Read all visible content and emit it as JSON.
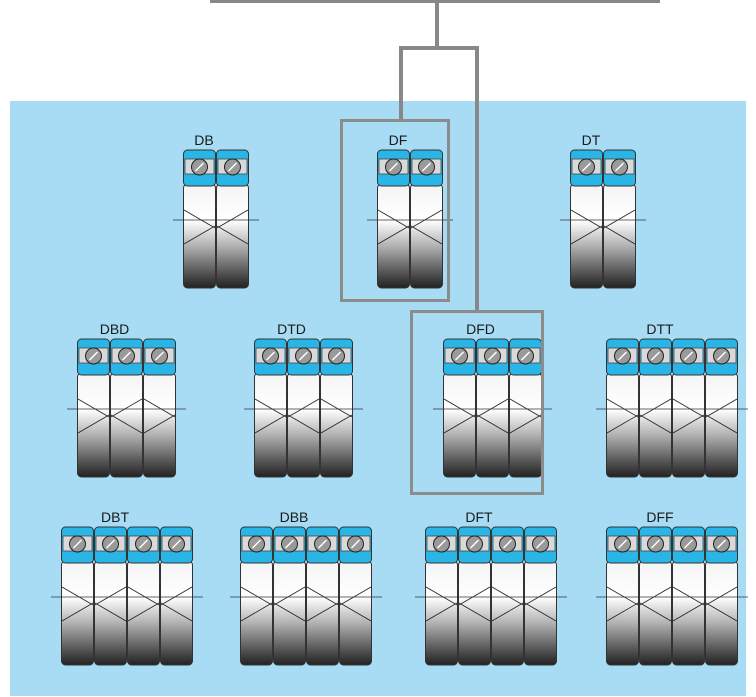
{
  "colors": {
    "panel": "#a8dcf5",
    "seal": "#29b6e6",
    "frame": "#8c8c8c",
    "line": "#888888",
    "text": "#1a1a1a"
  },
  "arrangements": [
    {
      "id": "db",
      "label": "DB",
      "rows": 2,
      "highlighted": false
    },
    {
      "id": "df",
      "label": "DF",
      "rows": 2,
      "highlighted": true
    },
    {
      "id": "dt",
      "label": "DT",
      "rows": 2,
      "highlighted": false
    },
    {
      "id": "dbd",
      "label": "DBD",
      "rows": 3,
      "highlighted": false
    },
    {
      "id": "dtd",
      "label": "DTD",
      "rows": 3,
      "highlighted": false
    },
    {
      "id": "dfd",
      "label": "DFD",
      "rows": 3,
      "highlighted": true
    },
    {
      "id": "dtt",
      "label": "DTT",
      "rows": 4,
      "highlighted": false
    },
    {
      "id": "dbt",
      "label": "DBT",
      "rows": 4,
      "highlighted": false
    },
    {
      "id": "dbb",
      "label": "DBB",
      "rows": 4,
      "highlighted": false
    },
    {
      "id": "dft",
      "label": "DFT",
      "rows": 4,
      "highlighted": false
    },
    {
      "id": "dff",
      "label": "DFF",
      "rows": 4,
      "highlighted": false
    }
  ]
}
